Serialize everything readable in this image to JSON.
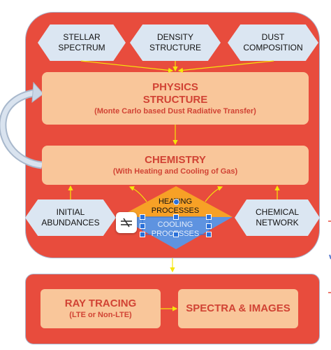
{
  "inputs": [
    {
      "line1": "STELLAR",
      "line2": "SPECTRUM"
    },
    {
      "line1": "DENSITY",
      "line2": "STRUCTURE"
    },
    {
      "line1": "DUST",
      "line2": "COMPOSITION"
    }
  ],
  "physics": {
    "title1": "PHYSICS",
    "title2": "STRUCTURE",
    "subtitle": "(Monte Carlo based Dust Radiative Transfer)"
  },
  "chemistry": {
    "title": "CHEMISTRY",
    "subtitle": "(With Heating and Cooling of Gas)"
  },
  "initial": {
    "line1": "INITIAL",
    "line2": "ABUNDANCES"
  },
  "network": {
    "line1": "CHEMICAL",
    "line2": "NETWORK"
  },
  "heating": {
    "line1": "HEATING",
    "line2": "PROCESSES"
  },
  "cooling": {
    "line1": "COOLING",
    "line2": "PROCESSES"
  },
  "raytracing": {
    "title": "RAY TRACING",
    "subtitle": "(LTE or Non-LTE)"
  },
  "spectra": {
    "title": "SPECTRA & IMAGES"
  },
  "colors": {
    "panel": "#e84c3d",
    "box": "#f9c69a",
    "hex": "#dbe6f2",
    "heating": "#f7a126",
    "cooling": "#5e93e0",
    "arrow": "#f5e60a",
    "text": "#d14334"
  },
  "icons": {
    "tooltip": "not-equal-icon",
    "loop": "curved-loop-arrow-icon"
  }
}
